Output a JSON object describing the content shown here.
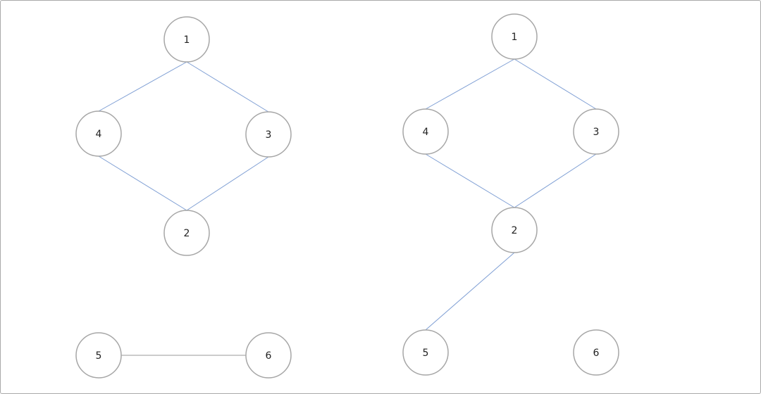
{
  "colors": {
    "edge": "#7f9fd4",
    "edge_alt": "#9a9a9a",
    "node_stroke": "#a6a6a6",
    "node_fill": "#ffffff",
    "label": "#222222"
  },
  "graphs": [
    {
      "id": "left-graph",
      "nodes": [
        {
          "id": "1",
          "label": "1"
        },
        {
          "id": "4",
          "label": "4"
        },
        {
          "id": "3",
          "label": "3"
        },
        {
          "id": "2",
          "label": "2"
        },
        {
          "id": "5",
          "label": "5"
        },
        {
          "id": "6",
          "label": "6"
        }
      ],
      "edges": [
        {
          "from": "1",
          "to": "4"
        },
        {
          "from": "1",
          "to": "3"
        },
        {
          "from": "4",
          "to": "2"
        },
        {
          "from": "3",
          "to": "2"
        },
        {
          "from": "5",
          "to": "6",
          "style": "alt"
        }
      ]
    },
    {
      "id": "right-graph",
      "nodes": [
        {
          "id": "1",
          "label": "1"
        },
        {
          "id": "4",
          "label": "4"
        },
        {
          "id": "3",
          "label": "3"
        },
        {
          "id": "2",
          "label": "2"
        },
        {
          "id": "5",
          "label": "5"
        },
        {
          "id": "6",
          "label": "6"
        }
      ],
      "edges": [
        {
          "from": "1",
          "to": "4"
        },
        {
          "from": "1",
          "to": "3"
        },
        {
          "from": "4",
          "to": "2"
        },
        {
          "from": "3",
          "to": "2"
        },
        {
          "from": "2",
          "to": "5"
        }
      ]
    }
  ]
}
